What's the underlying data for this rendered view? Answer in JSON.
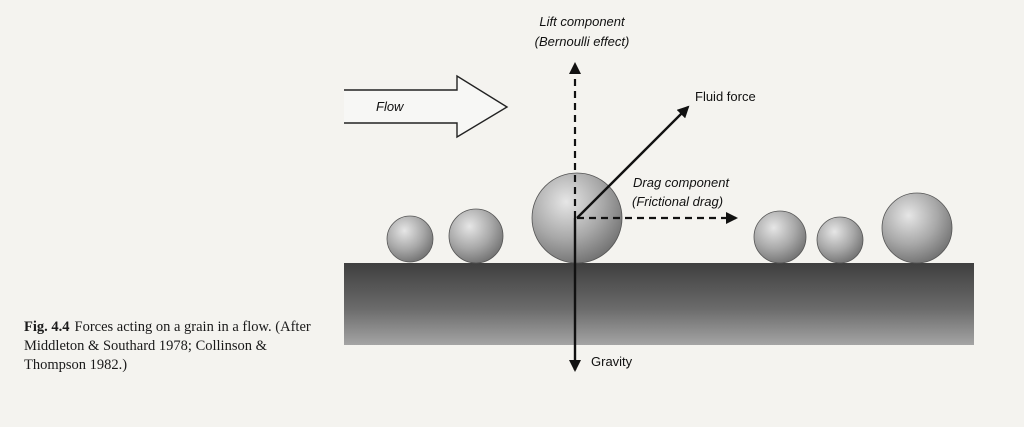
{
  "diagram": {
    "flow_label": "Flow",
    "lift_label": "Lift component",
    "lift_sublabel": "(Bernoulli effect)",
    "fluid_force_label": "Fluid force",
    "drag_label": "Drag component",
    "drag_sublabel": "(Frictional drag)",
    "gravity_label": "Gravity"
  },
  "caption": {
    "figure_label": "Fig. 4.4",
    "text": "Forces acting on a grain in a flow. (After Middleton & Southard 1978; Collinson & Thompson 1982.)"
  },
  "colors": {
    "grain": "#9a9a9a",
    "bed_top": "#4a4a4a",
    "bed_bottom": "#8c8c8c",
    "arrow": "#111111"
  }
}
